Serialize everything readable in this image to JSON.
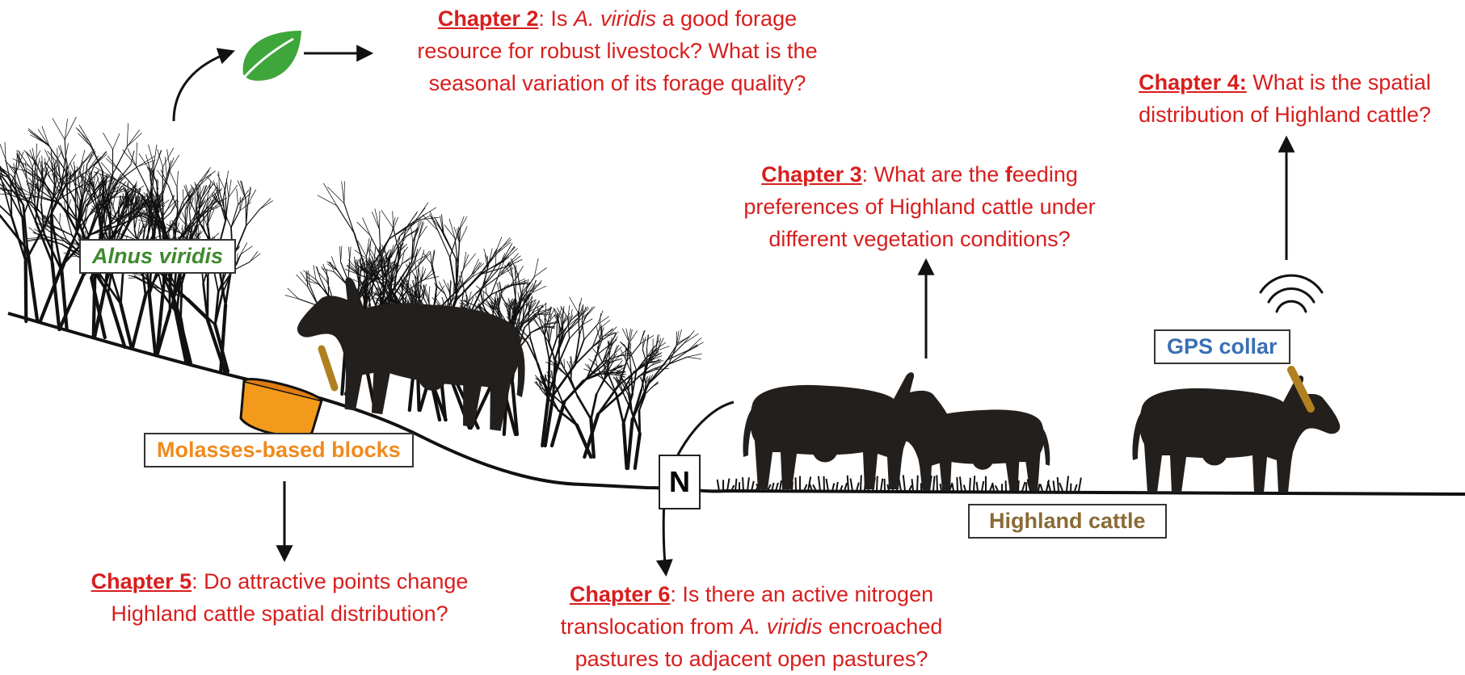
{
  "colors": {
    "question": "#d81e1e",
    "alnus": "#3f8a2e",
    "molasses": "#f08a1c",
    "gps": "#3a6fb5",
    "highland": "#8a6a35",
    "silhouette": "#231f1c",
    "collar": "#b07f1f",
    "leaf": "#3ea63a",
    "bucket": "#f39a1c"
  },
  "labels": {
    "alnus": "Alnus viridis",
    "molasses": "Molasses-based blocks",
    "gps": "GPS collar",
    "highland": "Highland cattle",
    "nitrogen": "N"
  },
  "chapters": {
    "c2": {
      "title": "Chapter 2",
      "sep": ": Is ",
      "species": "A. viridis",
      "line1_rest": " a good forage",
      "line2": "resource for robust livestock? What is the",
      "line3": "seasonal variation of its forage quality?"
    },
    "c3": {
      "title": "Chapter 3",
      "line1_a": ": What are the ",
      "line1_f": "f",
      "line1_b": "eeding",
      "line2": "preferences of Highland cattle under",
      "line3": "different vegetation conditions?"
    },
    "c4": {
      "title": "Chapter 4:",
      "line1_rest": " What is the spatial",
      "line2": "distribution of Highland cattle?"
    },
    "c5": {
      "title": "Chapter 5",
      "line1_rest": ": Do attractive points change",
      "line2": "Highland cattle spatial distribution?"
    },
    "c6": {
      "title": "Chapter 6",
      "line1_rest": ": Is there an active nitrogen",
      "line2_a": "translocation from ",
      "line2_species": "A. viridis",
      "line2_b": " encroached",
      "line3": "pastures to adjacent open pastures?"
    }
  }
}
